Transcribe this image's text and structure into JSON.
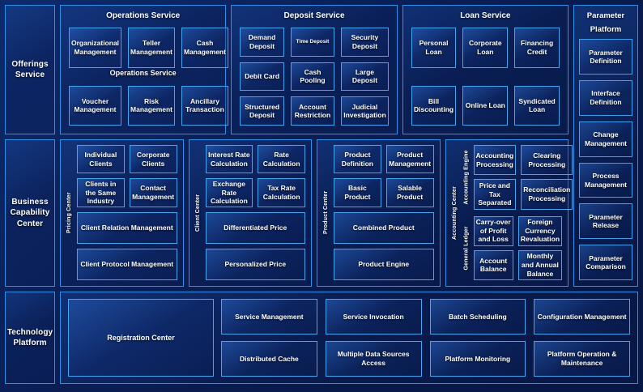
{
  "rows": {
    "offerings": {
      "stub_label": "Offerings Service",
      "stray_label": "Operations Service",
      "groups": [
        {
          "title": "Operations Service",
          "cells": [
            "Organizational Management",
            "Teller Management",
            "Cash Management",
            "Voucher Management",
            "Risk Management",
            "Ancillary Transaction"
          ]
        },
        {
          "title": "Deposit Service",
          "cells": [
            "Demand Deposit",
            "Time Deposit",
            "Security Deposit",
            "Debit Card",
            "Cash Pooling",
            "Large Deposit",
            "Structured Deposit",
            "Account Restriction",
            "Judicial Investigation"
          ]
        },
        {
          "title": "Loan Service",
          "cells": [
            "Personal Loan",
            "Corporate Loan",
            "Financing Credit",
            "Bill Discounting",
            "Online Loan",
            "Syndicated Loan"
          ]
        }
      ]
    },
    "business": {
      "stub_label": "Business Capability Center",
      "groups": [
        {
          "vlabel": "Pricing Center",
          "pair_top": [
            "Individual Clients",
            "Corporate Clients"
          ],
          "pair_mid": [
            "Clients in the Same Industry",
            "Contact Management"
          ],
          "wide_1": "Client Relation Management",
          "wide_2": "Client Protocol Management"
        },
        {
          "vlabel": "Client Center",
          "pair_top": [
            "Interest Rate Calculation",
            "Rate Calculation"
          ],
          "pair_mid": [
            "Exchange Rate Calculation",
            "Tax Rate Calculation"
          ],
          "wide_1": "Differentiated Price",
          "wide_2": "Personalized Price"
        },
        {
          "vlabel": "Product Center",
          "pair_top": [
            "Product Definition",
            "Product Management"
          ],
          "pair_mid": [
            "Basic Product",
            "Salable Product"
          ],
          "wide_1": "Combined Product",
          "wide_2": "Product Engine"
        }
      ],
      "accounting": {
        "outer_vlabel": "Accounting Center",
        "sub_groups": [
          {
            "vlabel": "Accounting Engine",
            "cells": [
              "Accounting Processing",
              "Clearing Processing",
              "Price and Tax Separated",
              "Reconciliation Processing"
            ]
          },
          {
            "vlabel": "General Ledger",
            "cells": [
              "Carry-over of Profit and Loss",
              "Foreign Currency Revaluation",
              "Account Balance",
              "Monthly and Annual Balance"
            ]
          }
        ]
      }
    },
    "technology": {
      "stub_label": "Technology Platform",
      "registration_center": "Registration Center",
      "cells": [
        "Service Management",
        "Service Invocation",
        "Batch Scheduling",
        "Configuration Management",
        "Distributed Cache",
        "Multiple Data Sources Access",
        "Platform Monitoring",
        "Platform Operation & Maintenance"
      ]
    }
  },
  "parameter_platform": {
    "title_line1": "Parameter",
    "title_line2": "Platform",
    "items": [
      "Parameter Definition",
      "Interface Definition",
      "Change Management",
      "Process Management",
      "Parameter Release",
      "Parameter Comparison"
    ]
  },
  "colors": {
    "background": "#081a4a",
    "border": "#2e90e6",
    "cell_border": "#47a5f0",
    "text": "#ffffff"
  }
}
